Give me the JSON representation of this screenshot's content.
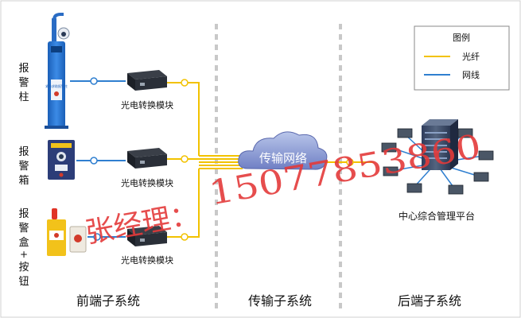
{
  "legend": {
    "title": "图例",
    "items": [
      {
        "label": "光纤",
        "color": "#f2c200"
      },
      {
        "label": "网线",
        "color": "#2f7fd0"
      }
    ]
  },
  "devices": {
    "pillar": {
      "label": [
        "报",
        "警",
        "柱"
      ],
      "panel_text": "紧急求助报警柱"
    },
    "box": {
      "label": [
        "报",
        "警",
        "箱"
      ]
    },
    "button_box": {
      "label": [
        "报",
        "警",
        "盒",
        "+",
        "按",
        "钮"
      ]
    }
  },
  "converters": [
    "光电转换模块",
    "光电转换模块",
    "光电转换模块"
  ],
  "cloud_label": "传输网络",
  "center_label": "中心综合管理平台",
  "sections": [
    "前端子系统",
    "传输子系统",
    "后端子系统"
  ],
  "watermark": {
    "name": "张经理：",
    "phone": "15077853860"
  },
  "colors": {
    "fiber": "#f2c200",
    "cable": "#2f7fd0",
    "divider": "#c8c8c8",
    "watermark": "#e43a3a"
  }
}
